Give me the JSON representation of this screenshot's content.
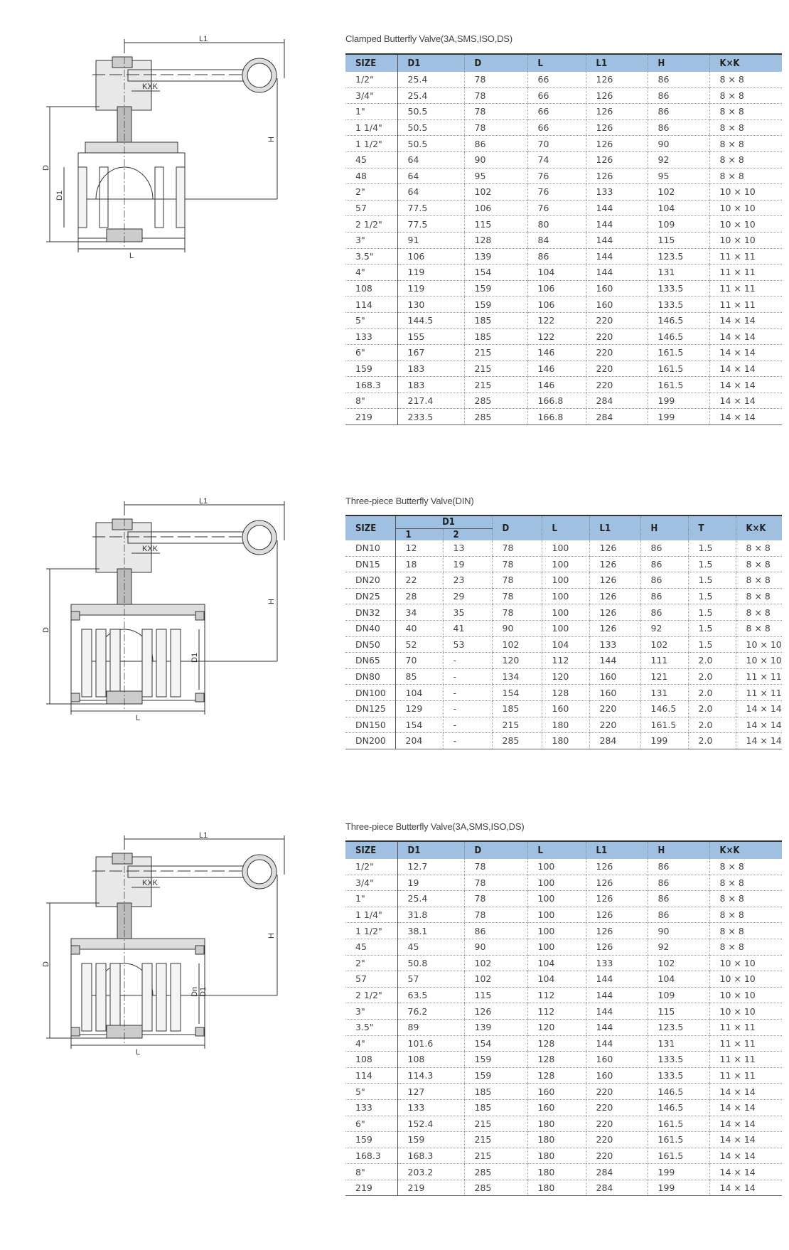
{
  "sections": [
    {
      "title": "Clamped Butterfly Valve(3A,SMS,ISO,DS)",
      "drawing": {
        "labels": {
          "l1": "L1",
          "kxk": "KXK",
          "h": "H",
          "d": "D",
          "d1": "D1",
          "l": "L"
        }
      },
      "headers": [
        "SIZE",
        "D1",
        "D",
        "L",
        "L1",
        "H",
        "K×K"
      ],
      "rows": [
        [
          "1/2\"",
          "25.4",
          "78",
          "66",
          "126",
          "86",
          "8 × 8"
        ],
        [
          "3/4\"",
          "25.4",
          "78",
          "66",
          "126",
          "86",
          "8 × 8"
        ],
        [
          "1\"",
          "50.5",
          "78",
          "66",
          "126",
          "86",
          "8 × 8"
        ],
        [
          "1 1/4\"",
          "50.5",
          "78",
          "66",
          "126",
          "86",
          "8 × 8"
        ],
        [
          "1 1/2\"",
          "50.5",
          "86",
          "70",
          "126",
          "90",
          "8 × 8"
        ],
        [
          "45",
          "64",
          "90",
          "74",
          "126",
          "92",
          "8 × 8"
        ],
        [
          "48",
          "64",
          "95",
          "76",
          "126",
          "95",
          "8 × 8"
        ],
        [
          "2\"",
          "64",
          "102",
          "76",
          "133",
          "102",
          "10 × 10"
        ],
        [
          "57",
          "77.5",
          "106",
          "76",
          "144",
          "104",
          "10 × 10"
        ],
        [
          "2 1/2\"",
          "77.5",
          "115",
          "80",
          "144",
          "109",
          "10 × 10"
        ],
        [
          "3\"",
          "91",
          "128",
          "84",
          "144",
          "115",
          "10 × 10"
        ],
        [
          "3.5\"",
          "106",
          "139",
          "86",
          "144",
          "123.5",
          "11 × 11"
        ],
        [
          "4\"",
          "119",
          "154",
          "104",
          "144",
          "131",
          "11 × 11"
        ],
        [
          "108",
          "119",
          "159",
          "106",
          "160",
          "133.5",
          "11 × 11"
        ],
        [
          "114",
          "130",
          "159",
          "106",
          "160",
          "133.5",
          "11 × 11"
        ],
        [
          "5\"",
          "144.5",
          "185",
          "122",
          "220",
          "146.5",
          "14 × 14"
        ],
        [
          "133",
          "155",
          "185",
          "122",
          "220",
          "146.5",
          "14 × 14"
        ],
        [
          "6\"",
          "167",
          "215",
          "146",
          "220",
          "161.5",
          "14 × 14"
        ],
        [
          "159",
          "183",
          "215",
          "146",
          "220",
          "161.5",
          "14 × 14"
        ],
        [
          "168.3",
          "183",
          "215",
          "146",
          "220",
          "161.5",
          "14 × 14"
        ],
        [
          "8\"",
          "217.4",
          "285",
          "166.8",
          "284",
          "199",
          "14 × 14"
        ],
        [
          "219",
          "233.5",
          "285",
          "166.8",
          "284",
          "199",
          "14 × 14"
        ]
      ]
    },
    {
      "title": "Three-piece Butterfly Valve(DIN)",
      "drawing": {
        "labels": {
          "l1": "L1",
          "kxk": "KXK",
          "h": "H",
          "d": "D",
          "d1": "D1",
          "l": "L"
        }
      },
      "headers": [
        "SIZE",
        "D1",
        "D",
        "L",
        "L1",
        "H",
        "T",
        "K×K"
      ],
      "subheaders": [
        "1",
        "2"
      ],
      "rows": [
        [
          "DN10",
          "12",
          "13",
          "78",
          "100",
          "126",
          "86",
          "1.5",
          "8 × 8"
        ],
        [
          "DN15",
          "18",
          "19",
          "78",
          "100",
          "126",
          "86",
          "1.5",
          "8 × 8"
        ],
        [
          "DN20",
          "22",
          "23",
          "78",
          "100",
          "126",
          "86",
          "1.5",
          "8 × 8"
        ],
        [
          "DN25",
          "28",
          "29",
          "78",
          "100",
          "126",
          "86",
          "1.5",
          "8 × 8"
        ],
        [
          "DN32",
          "34",
          "35",
          "78",
          "100",
          "126",
          "86",
          "1.5",
          "8 × 8"
        ],
        [
          "DN40",
          "40",
          "41",
          "90",
          "100",
          "126",
          "92",
          "1.5",
          "8 × 8"
        ],
        [
          "DN50",
          "52",
          "53",
          "102",
          "104",
          "133",
          "102",
          "1.5",
          "10 × 10"
        ],
        [
          "DN65",
          "70",
          "-",
          "120",
          "112",
          "144",
          "111",
          "2.0",
          "10 × 10"
        ],
        [
          "DN80",
          "85",
          "-",
          "134",
          "120",
          "160",
          "121",
          "2.0",
          "11 × 11"
        ],
        [
          "DN100",
          "104",
          "-",
          "154",
          "128",
          "160",
          "131",
          "2.0",
          "11 × 11"
        ],
        [
          "DN125",
          "129",
          "-",
          "185",
          "160",
          "220",
          "146.5",
          "2.0",
          "14 × 14"
        ],
        [
          "DN150",
          "154",
          "-",
          "215",
          "180",
          "220",
          "161.5",
          "2.0",
          "14 × 14"
        ],
        [
          "DN200",
          "204",
          "-",
          "285",
          "180",
          "284",
          "199",
          "2.0",
          "14 × 14"
        ]
      ]
    },
    {
      "title": "Three-piece Butterfly Valve(3A,SMS,ISO,DS)",
      "drawing": {
        "labels": {
          "l1": "L1",
          "kxk": "KXK",
          "h": "H",
          "d": "D",
          "d1": "D1",
          "dn": "Dn",
          "l": "L"
        }
      },
      "headers": [
        "SIZE",
        "D1",
        "D",
        "L",
        "L1",
        "H",
        "K×K"
      ],
      "rows": [
        [
          "1/2\"",
          "12.7",
          "78",
          "100",
          "126",
          "86",
          "8 × 8"
        ],
        [
          "3/4\"",
          "19",
          "78",
          "100",
          "126",
          "86",
          "8 × 8"
        ],
        [
          "1\"",
          "25.4",
          "78",
          "100",
          "126",
          "86",
          "8 × 8"
        ],
        [
          "1 1/4\"",
          "31.8",
          "78",
          "100",
          "126",
          "86",
          "8 × 8"
        ],
        [
          "1 1/2\"",
          "38.1",
          "86",
          "100",
          "126",
          "90",
          "8 × 8"
        ],
        [
          "45",
          "45",
          "90",
          "100",
          "126",
          "92",
          "8 × 8"
        ],
        [
          "2\"",
          "50.8",
          "102",
          "104",
          "133",
          "102",
          "10 × 10"
        ],
        [
          "57",
          "57",
          "102",
          "104",
          "144",
          "104",
          "10 × 10"
        ],
        [
          "2 1/2\"",
          "63.5",
          "115",
          "112",
          "144",
          "109",
          "10 × 10"
        ],
        [
          "3\"",
          "76.2",
          "126",
          "112",
          "144",
          "115",
          "10 × 10"
        ],
        [
          "3.5\"",
          "89",
          "139",
          "120",
          "144",
          "123.5",
          "11 × 11"
        ],
        [
          "4\"",
          "101.6",
          "154",
          "128",
          "144",
          "131",
          "11 × 11"
        ],
        [
          "108",
          "108",
          "159",
          "128",
          "160",
          "133.5",
          "11 × 11"
        ],
        [
          "114",
          "114.3",
          "159",
          "128",
          "160",
          "133.5",
          "11 × 11"
        ],
        [
          "5\"",
          "127",
          "185",
          "160",
          "220",
          "146.5",
          "14 × 14"
        ],
        [
          "133",
          "133",
          "185",
          "160",
          "220",
          "146.5",
          "14 × 14"
        ],
        [
          "6\"",
          "152.4",
          "215",
          "180",
          "220",
          "161.5",
          "14 × 14"
        ],
        [
          "159",
          "159",
          "215",
          "180",
          "220",
          "161.5",
          "14 × 14"
        ],
        [
          "168.3",
          "168.3",
          "215",
          "180",
          "220",
          "161.5",
          "14 × 14"
        ],
        [
          "8\"",
          "203.2",
          "285",
          "180",
          "284",
          "199",
          "14 × 14"
        ],
        [
          "219",
          "219",
          "285",
          "180",
          "284",
          "199",
          "14 × 14"
        ]
      ]
    }
  ]
}
